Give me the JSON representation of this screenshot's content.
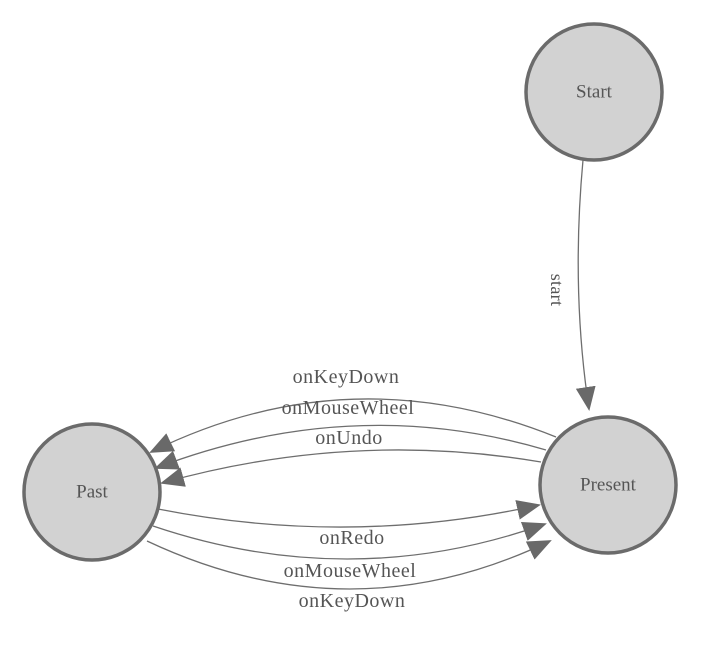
{
  "diagram_title": "state-machine-diagram",
  "colors": {
    "background": "#ffffff",
    "node_fill": "#d2d2d2",
    "node_stroke": "#6b6b6b",
    "edge": "#6e6e6e",
    "arrow": "#696969",
    "text": "#555555"
  },
  "nodes": [
    {
      "id": "start",
      "label": "Start"
    },
    {
      "id": "past",
      "label": "Past"
    },
    {
      "id": "present",
      "label": "Present"
    }
  ],
  "edges": [
    {
      "id": "start-to-present",
      "from": "Start",
      "to": "Present",
      "label": "start"
    },
    {
      "id": "present-to-past-keydown",
      "from": "Present",
      "to": "Past",
      "label": "onKeyDown"
    },
    {
      "id": "present-to-past-mousewheel",
      "from": "Present",
      "to": "Past",
      "label": "onMouseWheel"
    },
    {
      "id": "present-to-past-undo",
      "from": "Present",
      "to": "Past",
      "label": "onUndo"
    },
    {
      "id": "past-to-present-redo",
      "from": "Past",
      "to": "Present",
      "label": "onRedo"
    },
    {
      "id": "past-to-present-mousewheel",
      "from": "Past",
      "to": "Present",
      "label": "onMouseWheel"
    },
    {
      "id": "past-to-present-keydown",
      "from": "Past",
      "to": "Present",
      "label": "onKeyDown"
    }
  ]
}
